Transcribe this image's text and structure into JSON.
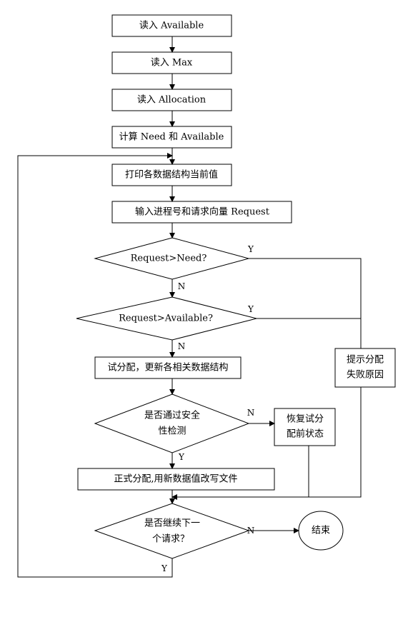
{
  "nodes": {
    "read_available": "读入 Available",
    "read_max": "读入 Max",
    "read_allocation": "读入 Allocation",
    "calc_need": "计算 Need 和 Available",
    "print_values": "打印各数据结构当前值",
    "input_request": "输入进程号和请求向量 Request",
    "cond_need": "Request>Need?",
    "cond_available": "Request>Available?",
    "trial_alloc": "试分配，更新各相关数据结构",
    "cond_safe_line1": "是否通过安全",
    "cond_safe_line2": "性检测",
    "restore_line1": "恢复试分",
    "restore_line2": "配前状态",
    "fail_reason_line1": "提示分配",
    "fail_reason_line2": "失败原因",
    "formal_alloc": "正式分配,用新数据值改写文件",
    "cond_continue_line1": "是否继续下一",
    "cond_continue_line2": "个请求？",
    "end": "结束"
  },
  "branch_labels": {
    "need_yes": "Y",
    "need_no": "N",
    "available_yes": "Y",
    "available_no": "N",
    "safe_no": "N",
    "safe_yes": "Y",
    "continue_no": "N",
    "continue_yes": "Y"
  }
}
